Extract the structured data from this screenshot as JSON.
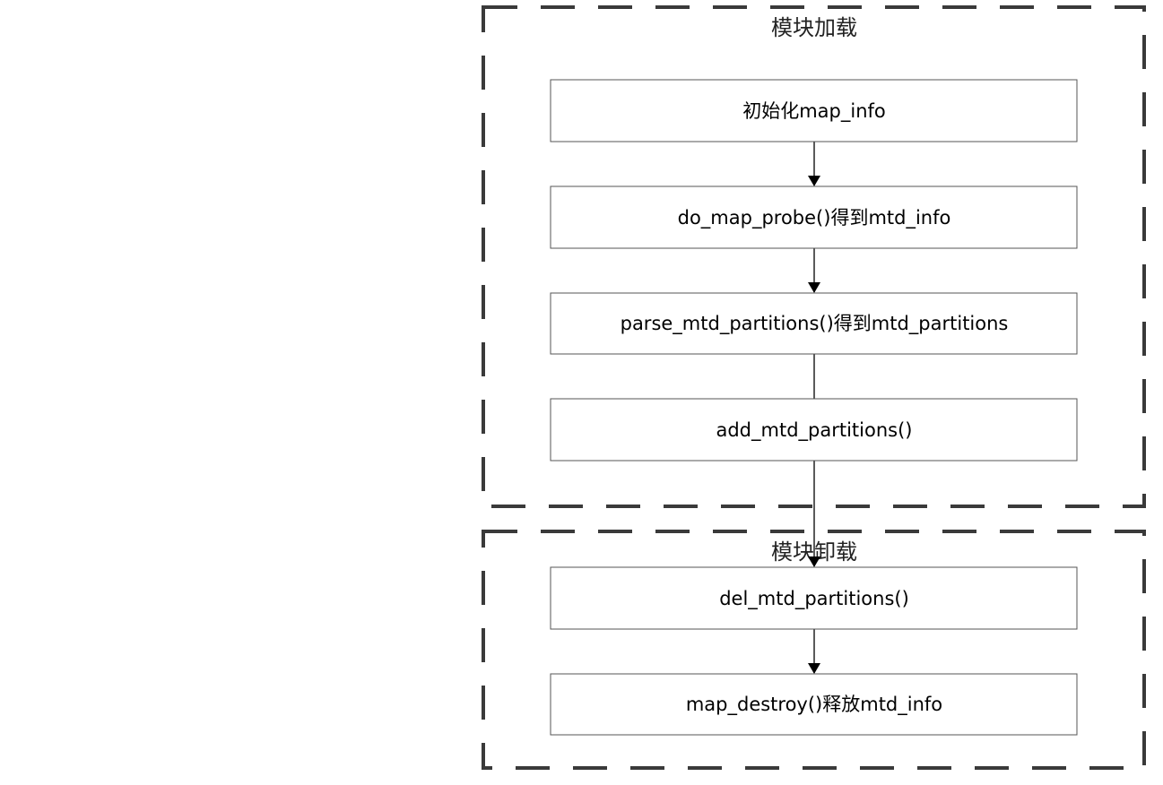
{
  "groups": [
    {
      "id": "load",
      "title": "模块加载"
    },
    {
      "id": "unload",
      "title": "模块卸载"
    }
  ],
  "steps": [
    {
      "id": "init-map-info",
      "label": "初始化map_info"
    },
    {
      "id": "do-map-probe",
      "label": "do_map_probe()得到mtd_info"
    },
    {
      "id": "parse-mtd-partitions",
      "label": "parse_mtd_partitions()得到mtd_partitions"
    },
    {
      "id": "add-mtd-partitions",
      "label": "add_mtd_partitions()"
    },
    {
      "id": "del-mtd-partitions",
      "label": "del_mtd_partitions()"
    },
    {
      "id": "map-destroy",
      "label": "map_destroy()释放mtd_info"
    }
  ],
  "colors": {
    "group_border": "#3a3a3a",
    "box_border": "#555555",
    "arrow": "#000000",
    "background": "#ffffff"
  }
}
